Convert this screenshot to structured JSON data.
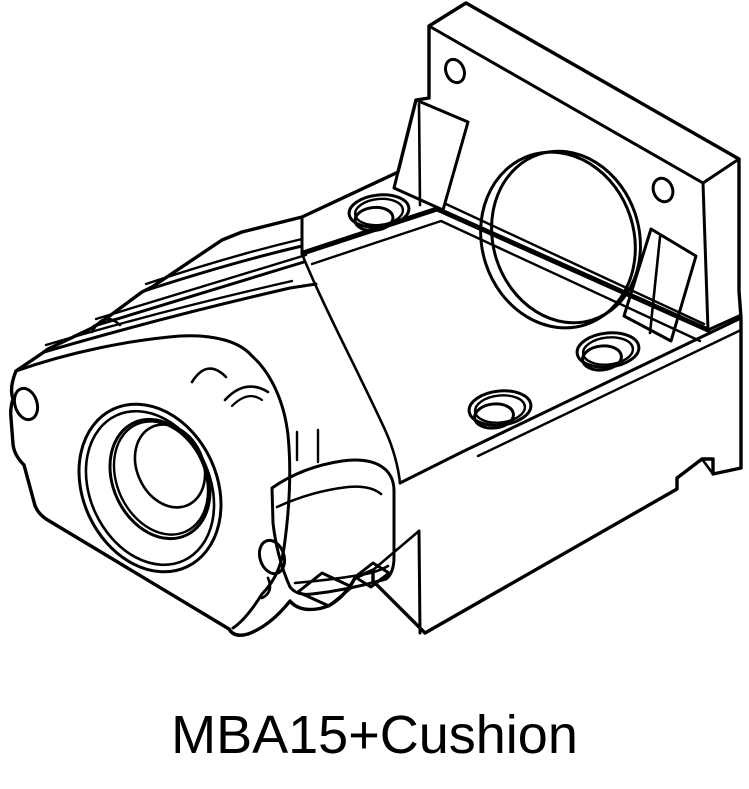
{
  "page": {
    "background": "#ffffff"
  },
  "caption": {
    "text": "MBA15+Cushion",
    "color": "#000000"
  },
  "drawing": {
    "type": "isometric-cad-line-drawing",
    "stroke_color": "#000000",
    "fill_color": "#ffffff",
    "parts": [
      {
        "id": "motor-flange-plate",
        "desc": "vertical flange plate with large motor bore and two small mounting holes"
      },
      {
        "id": "gusset-rib-left",
        "desc": "triangular support rib left of plate"
      },
      {
        "id": "gusset-rib-right",
        "desc": "triangular support rib right of plate"
      },
      {
        "id": "base-bracket",
        "desc": "stepped L-shaped base block with countersunk holes and notched foot"
      },
      {
        "id": "cushion-stack",
        "desc": "stacked cushion coupling plates"
      },
      {
        "id": "cushion-flange",
        "desc": "front cushion flange with central bore and corner holes"
      },
      {
        "id": "clamp-block",
        "desc": "lower clamp block with tabs"
      }
    ],
    "counts": {
      "countersunk_holes": 3,
      "plate_mounting_holes": 2,
      "flange_corner_holes": 2,
      "bore_rings": 5
    }
  }
}
